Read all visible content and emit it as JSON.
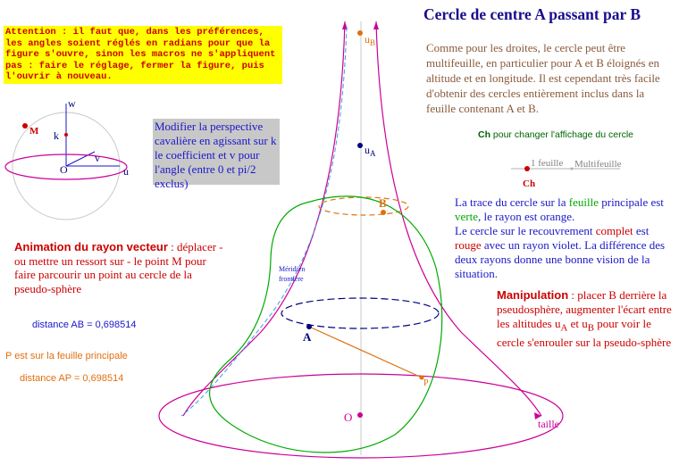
{
  "warning": "Attention : il faut que, dans les préférences, les angles soient réglés en radians pour que la figure s'ouvre, sinon les macros ne s'appliquent pas : faire le réglage, fermer la figure, puis l'ouvrir à nouveau.",
  "title": "Cercle de centre A passant par B",
  "intro": "Comme pour les droites, le cercle peut être multifeuille, en particulier pour A et B éloignés en altitude et en longitude.  Il est cependant très facile d'obtenir des cercles entièrement inclus dans la feuille contenant A et B.",
  "perspective": "Modifier la perspective cavalière en agissant sur k le coefficient et v pour l'angle (entre 0 et pi/2 exclus)",
  "ch_hint": {
    "key": "Ch",
    "text": " pour changer l'affichage du cercle"
  },
  "slider": {
    "label": "Ch",
    "option1": "1 feuille",
    "option2": "Multifeuille"
  },
  "animation": {
    "title": "Animation du rayon vecteur",
    "text": " : déplacer - ou mettre un ressort sur - le point M pour faire parcourir un point au cercle de la pseudo-sphère"
  },
  "distance_ab": "distance AB = 0,698514",
  "p_feuille": "P est sur la feuille principale",
  "distance_ap": "distance AP  = 0,698514",
  "trace": {
    "t1": "La trace du cercle sur la ",
    "t2": "feuille",
    "t3": " principale est ",
    "t4": "verte",
    "t5": ", le rayon est orange.",
    "t6": "Le cercle sur le recouvrement ",
    "t7": "complet",
    "t8": " est ",
    "t9": "rouge",
    "t10": " avec un rayon violet. La différence des deux rayons donne une bonne vision de la situation."
  },
  "manipulation": {
    "title": "Manipulation",
    "t1": " : placer B derrière la pseudosphère, augmenter l'écart entre les altitudes u",
    "sub_a": "A",
    "t2": " et u",
    "sub_b": "B",
    "t3": " pour voir le cercle s'enrouler sur la pseudo-sphère"
  },
  "labels": {
    "uB": "u",
    "uB_sub": "B",
    "uA": "u",
    "uA_sub": "A",
    "B": "B",
    "A": "A",
    "P": "P",
    "O": "O",
    "meridien": "Méridien",
    "frontiere": "frontière",
    "taille": "taille",
    "axes_M": "M",
    "axes_w": "w",
    "axes_k": "k",
    "axes_v": "v",
    "axes_O": "O",
    "axes_u": "u"
  },
  "colors": {
    "magenta": "#cc0099",
    "green": "#00aa00",
    "orange": "#e07010",
    "navy": "#000080",
    "red": "#cc0000",
    "blue": "#1a18c8"
  }
}
